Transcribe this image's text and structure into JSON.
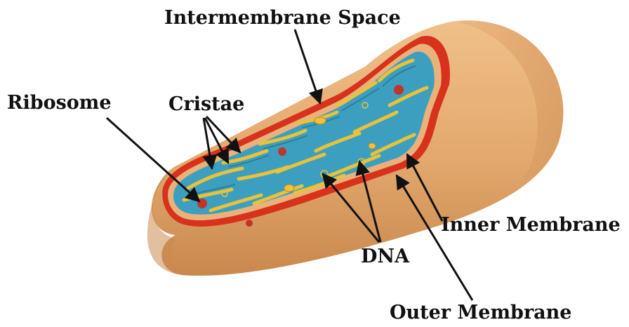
{
  "labels": {
    "intermembrane_space": "Intermembrane Space",
    "ribosome": "Ribosome",
    "cristae": "Cristae",
    "inner_membrane": "Inner Membrane",
    "dna": "DNA",
    "outer_membrane": "Outer Membrane"
  },
  "colors": {
    "outer_shell": "#e3ad74",
    "shell_shadow": "#c8884c",
    "outer_membrane_rim": "#d8321c",
    "matrix": "#3d9fc0",
    "cristae_membrane": "#e7c23a",
    "ribosome": "#c0342a",
    "granule": "#f2c13b",
    "arrow": "#111111"
  }
}
